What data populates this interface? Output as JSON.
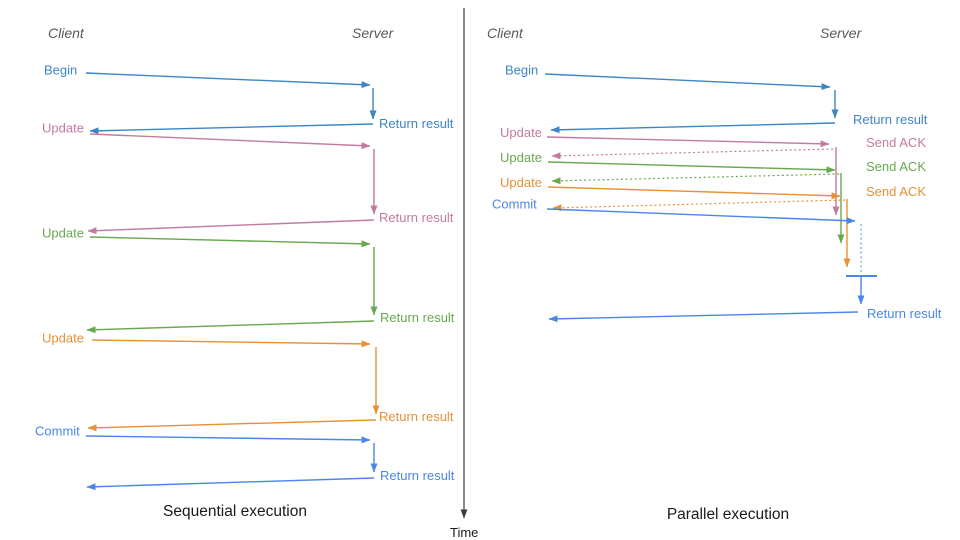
{
  "colors": {
    "begin_blue": "#3d85c6",
    "pink": "#c27ba0",
    "green": "#6aa84f",
    "orange": "#e69138",
    "commit_blue": "#4a86e8",
    "commit_blue_light": "#6d9eeb",
    "axis_gray": "#3d3d3d",
    "header_gray": "#5a5a5a",
    "title_black": "#1a1a1a"
  },
  "time_axis": {
    "label": "Time"
  },
  "sequential": {
    "title": "Sequential execution",
    "client_header": "Client",
    "server_header": "Server",
    "messages": [
      {
        "label": "Begin",
        "return_label": "Return result",
        "color": "begin_blue"
      },
      {
        "label": "Update",
        "return_label": "Return result",
        "color": "pink"
      },
      {
        "label": "Update",
        "return_label": "Return result",
        "color": "green"
      },
      {
        "label": "Update",
        "return_label": "Return result",
        "color": "orange"
      },
      {
        "label": "Commit",
        "return_label": "Return result",
        "color": "commit_blue"
      }
    ]
  },
  "parallel": {
    "title": "Parallel execution",
    "client_header": "Client",
    "server_header": "Server",
    "messages": [
      {
        "label": "Begin",
        "server_label": "Return result",
        "color": "begin_blue"
      },
      {
        "label": "Update",
        "server_label": "Send ACK",
        "color": "pink"
      },
      {
        "label": "Update",
        "server_label": "Send ACK",
        "color": "green"
      },
      {
        "label": "Update",
        "server_label": "Send ACK",
        "color": "orange"
      },
      {
        "label": "Commit",
        "server_label": "Return result",
        "color": "commit_blue"
      }
    ]
  }
}
